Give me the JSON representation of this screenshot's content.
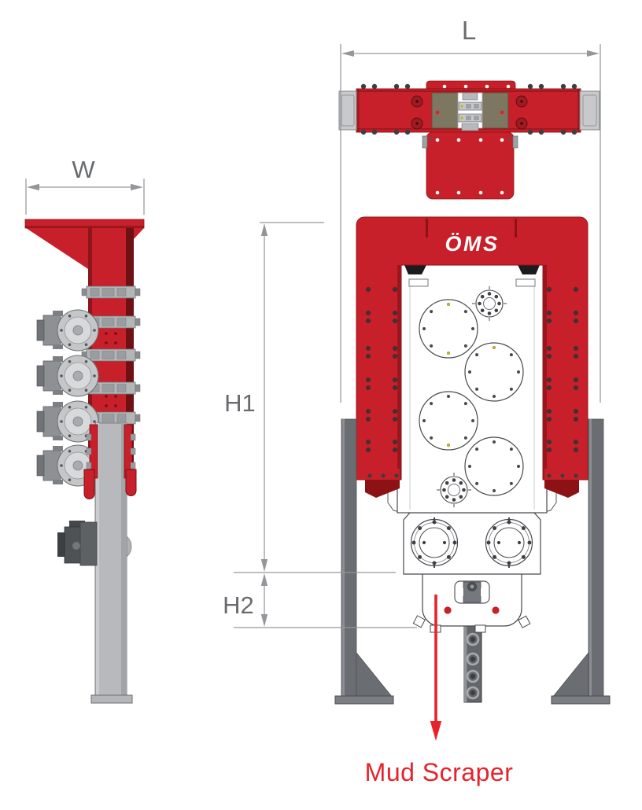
{
  "views": {
    "side_view": {
      "dimension_width_label": "W"
    },
    "top_view": {
      "dimension_length_label": "L"
    },
    "front_view": {
      "dimension_height1_label": "H1",
      "dimension_height2_label": "H2",
      "logo_text": "ÖMS",
      "annotation_label": "Mud Scraper"
    }
  },
  "colors": {
    "machine_red": "#c7202a",
    "machine_red_dark": "#8c1216",
    "maroon": "#6e1114",
    "dim_line": "#94969a",
    "dim_text": "#6a6b6e",
    "annotation_red": "#e8222a",
    "steel_light": "#c6c8ca",
    "steel_mid": "#a9abae",
    "steel_dark": "#6a6d72",
    "olive": "#7d7660",
    "body_outline": "#47494d",
    "bolt": "#3f4145",
    "yellow_detail": "#c5b42c",
    "white": "#ffffff"
  }
}
